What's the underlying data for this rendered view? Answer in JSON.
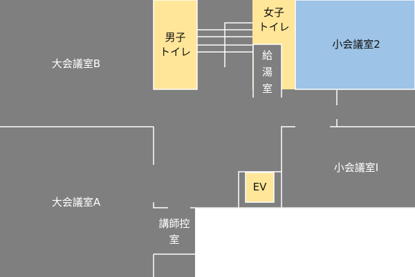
{
  "colors": {
    "floor": "#7f7f7f",
    "toilet": "#ffe699",
    "highlight": "#9dc3e6",
    "wall": "#ffffff"
  },
  "rooms": {
    "hall_b": "大会議室B",
    "hall_a": "大会議室A",
    "mens_toilet": "男子\nトイレ",
    "womens_toilet": "女子\nトイレ",
    "kitchen": "給\n湯\n室",
    "small_room_2": "小会議室2",
    "small_room_1": "小会議室Ⅰ",
    "elevator": "EV",
    "lecturer_room": "講師控\n室"
  }
}
